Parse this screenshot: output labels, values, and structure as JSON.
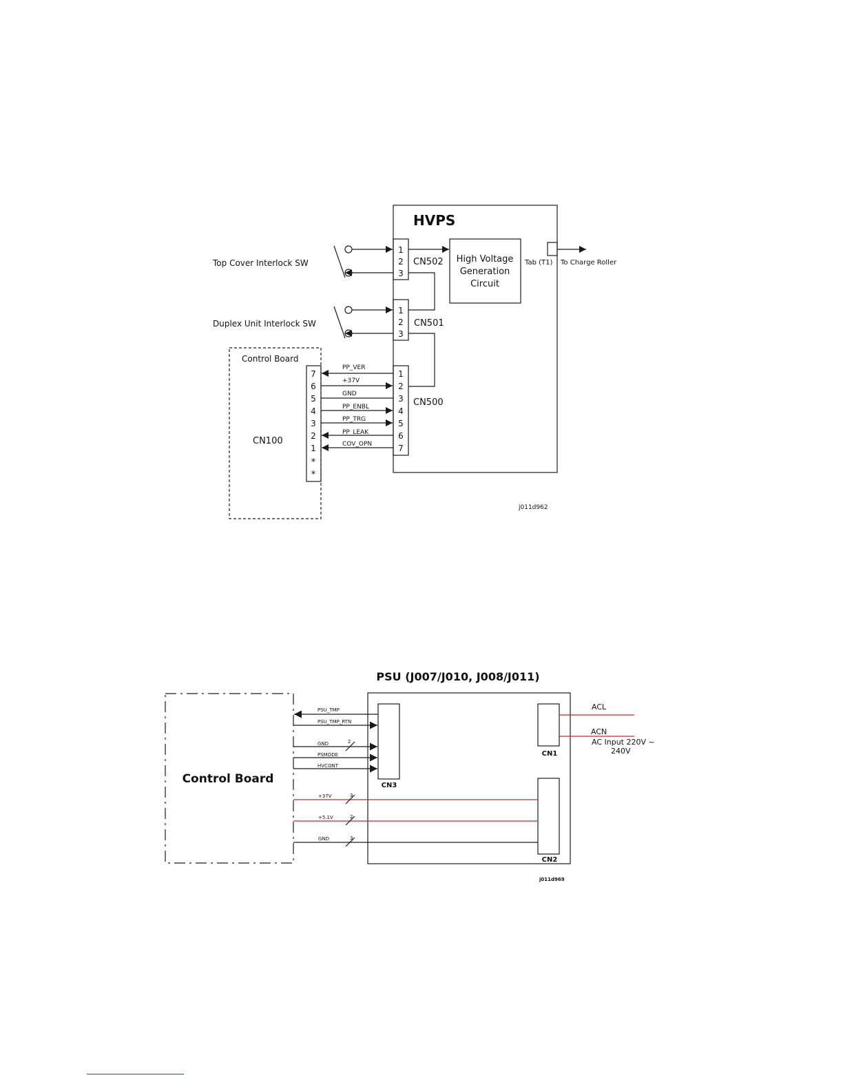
{
  "hvps_diagram": {
    "title": "HVPS",
    "top_cover_switch": "Top Cover Interlock SW",
    "duplex_switch": "Duplex Unit Interlock SW",
    "hv_circuit": [
      "High Voltage",
      "Generation",
      "Circuit"
    ],
    "tab_label": "Tab (T1)",
    "charge_roller_label": "To Charge Roller",
    "cn502_label": "CN502",
    "cn502_pins": [
      "1",
      "2",
      "3"
    ],
    "cn501_label": "CN501",
    "cn501_pins": [
      "1",
      "2",
      "3"
    ],
    "cn500_label": "CN500",
    "cn500_pins": [
      "1",
      "2",
      "3",
      "4",
      "5",
      "6",
      "7"
    ],
    "control_board_label": "Control Board",
    "cn100_label": "CN100",
    "cn100_pins": [
      "7",
      "6",
      "5",
      "4",
      "3",
      "2",
      "1",
      "*",
      "*"
    ],
    "signals": [
      "PP_VER",
      "+37V",
      "GND",
      "PP_ENBL",
      "PP_TRG",
      "PP_LEAK",
      "COV_OPN"
    ],
    "code": "j011d962"
  },
  "psu_diagram": {
    "title": "PSU (J007/J010, J008/J011)",
    "control_board_label": "Control Board",
    "cn3_label": "CN3",
    "cn1_label": "CN1",
    "cn2_label": "CN2",
    "cn3_signals": [
      "PSU_TMP",
      "PSU_TMP_RTN",
      "GND",
      "PSMODE",
      "HVCONT"
    ],
    "gnd_count": "2",
    "cn2_signals": [
      {
        "name": "+37V",
        "count": "3"
      },
      {
        "name": "+5.1V",
        "count": "2"
      },
      {
        "name": "GND",
        "count": "3"
      }
    ],
    "acl_label": "ACL",
    "acn_label": "ACN",
    "ac_input": [
      "AC Input 220V ~",
      "240V"
    ],
    "code": "j011d969"
  },
  "colors": {
    "line": "#1a1a1a",
    "power_line": "#c62828",
    "footnote_rule": "#2a3fbf"
  }
}
